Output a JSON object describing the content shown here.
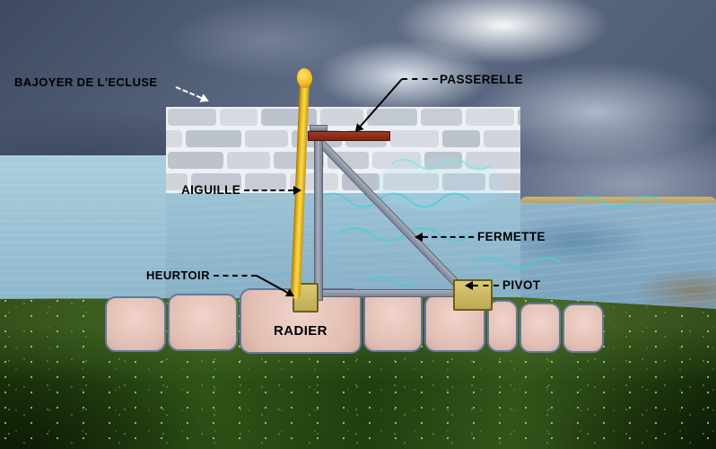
{
  "diagram": {
    "labels": {
      "bajoyer": "BAJOYER DE L'ECLUSE",
      "passerelle": "PASSERELLE",
      "aiguille": "AIGUILLE",
      "fermette": "FERMETTE",
      "heurtoir": "HEURTOIR",
      "pivot": "PIVOT",
      "radier": "RADIER"
    },
    "colors": {
      "sky": "#4c5a72",
      "water": "#95bdd3",
      "grass": "#234012",
      "wall_brick": "#c9ced6",
      "needle_yellow": "#f0c52a",
      "frame_gray": "#939bab",
      "footbridge_red": "#8a2a16",
      "sill_block": "#cfbf68",
      "radier_pink": "#e6c6bb",
      "outline_blue": "#64789b",
      "squiggle_cyan": "#3fd8cf"
    }
  }
}
